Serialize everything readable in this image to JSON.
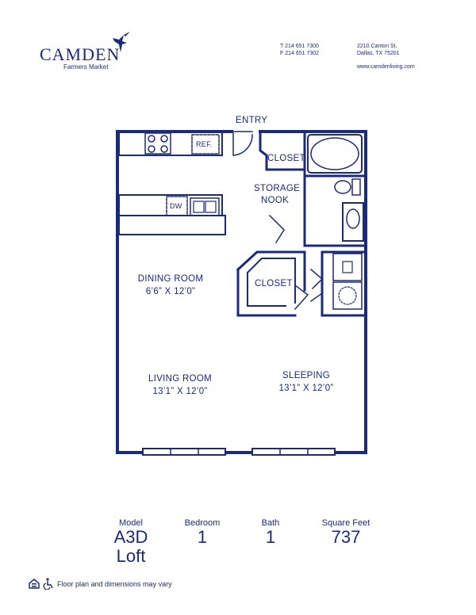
{
  "brand": {
    "name": "CAMDEN",
    "community": "Farmers Market",
    "color": "#1b2a7a"
  },
  "contact": {
    "phone": "T 214 651 7300",
    "fax": "F 214 651 7302",
    "street": "2210 Canton St.",
    "city": "Dallas, TX 75201",
    "website": "www.camdenliving.com"
  },
  "plan": {
    "entry": "ENTRY",
    "closet_top": "CLOSET",
    "storage_line1": "STORAGE",
    "storage_line2": "NOOK",
    "closet_mid": "CLOSET",
    "ref": "REF.",
    "dw": "DW",
    "dining_name": "DINING ROOM",
    "dining_size": "6’6” X 12’0”",
    "living_name": "LIVING ROOM",
    "living_size": "13’1” X 12’0”",
    "sleeping_name": "SLEEPING",
    "sleeping_size": "13’1” X 12’0”"
  },
  "stats": {
    "model_label": "Model",
    "model_value_line1": "A3D",
    "model_value_line2": "Loft",
    "bedroom_label": "Bedroom",
    "bedroom_value": "1",
    "bath_label": "Bath",
    "bath_value": "1",
    "sqft_label": "Square Feet",
    "sqft_value": "737"
  },
  "footer": {
    "disclaimer": "Floor plan and dimensions may vary",
    "icons": [
      "equal-housing-icon",
      "accessibility-icon"
    ]
  }
}
